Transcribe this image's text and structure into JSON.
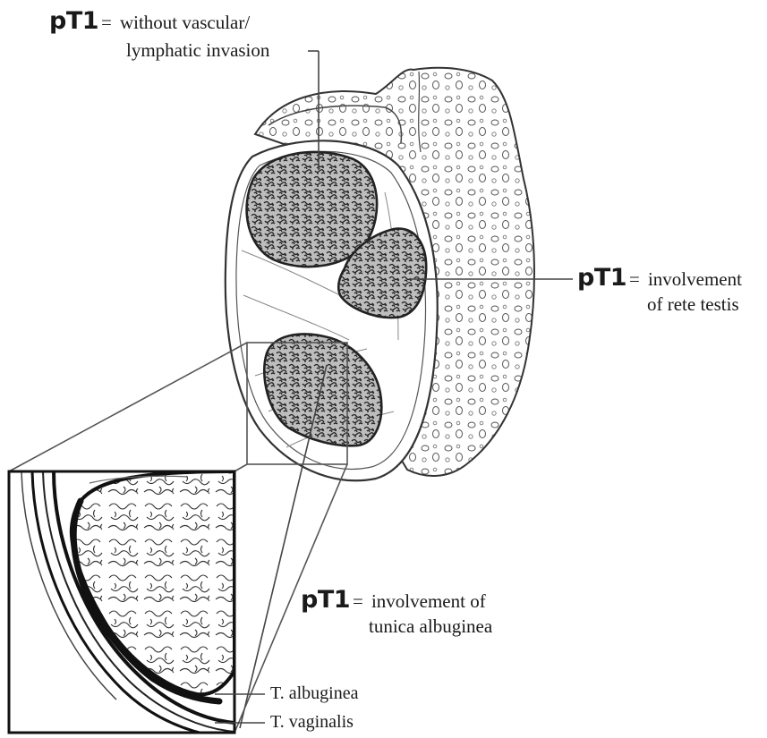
{
  "labels": {
    "top": {
      "stage": "pT1",
      "eq": "=",
      "line1": "without vascular/",
      "line2": "lymphatic invasion"
    },
    "right": {
      "stage": "pT1",
      "eq": "=",
      "line1": "involvement",
      "line2": "of rete testis"
    },
    "bottom": {
      "stage": "pT1",
      "eq": "=",
      "line1": "involvement of",
      "line2": "tunica albuginea"
    },
    "layer1": "T. albuginea",
    "layer2": "T. vaginalis"
  },
  "colors": {
    "ink": "#1a1a1a",
    "tumor_fill": "#9a9a9a",
    "line": "#555555"
  }
}
